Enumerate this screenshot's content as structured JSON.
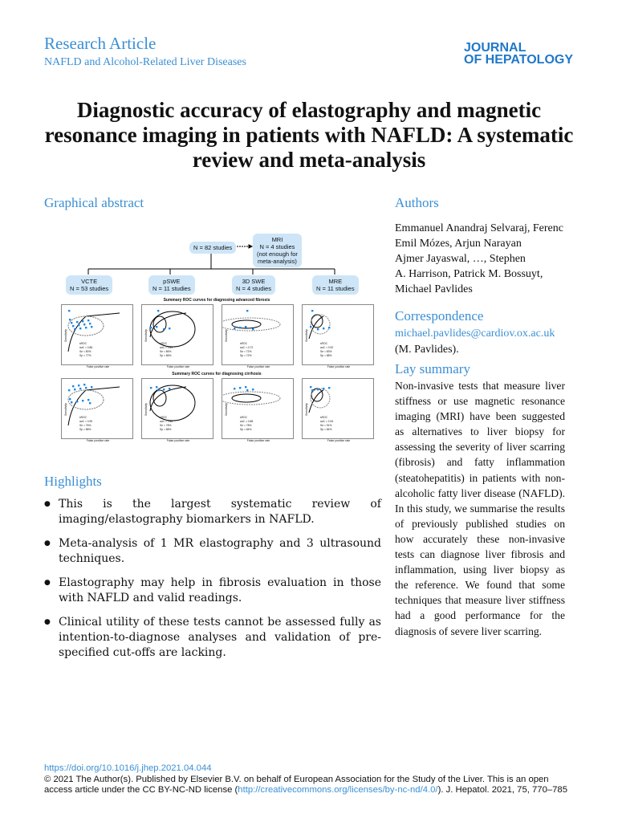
{
  "header": {
    "article_type": "Research Article",
    "section": "NAFLD and Alcohol-Related Liver Diseases",
    "journal_logo": [
      "JOURNAL",
      "OF HEPATOLOGY"
    ]
  },
  "title": "Diagnostic accuracy of elastography and magnetic resonance imaging in patients with NAFLD: A systematic review and meta-analysis",
  "graphical_abstract": {
    "heading": "Graphical abstract",
    "total": "N = 82 studies",
    "mri": [
      "MRI",
      "N = 4 studies",
      "(not enough for",
      "meta-analysis)"
    ],
    "groups": [
      {
        "name": "VCTE",
        "n": "N = 53 studies"
      },
      {
        "name": "pSWE",
        "n": "N = 11 studies"
      },
      {
        "name": "3D SWE",
        "n": "N = 4 studies"
      },
      {
        "name": "MRE",
        "n": "N = 11 studies"
      }
    ],
    "row1_title": "Summary ROC curves for diagnosing advanced fibrosis",
    "row2_title": "Summary ROC curves for diagnosing cirrhosis",
    "xlabel": "False positive rate",
    "ylabel": "Sensitivity",
    "legend_label": "sROC",
    "fibrosis": [
      {
        "auc": "auC = 0.86",
        "sens": "Se = 80%",
        "spec": "Sp = 77%"
      },
      {
        "auc": "auC = 0.89",
        "sens": "Se = 86%",
        "spec": "Sp = 86%"
      },
      {
        "auc": "auC = 0.72",
        "sens": "Se = 72%",
        "spec": "Sp = 72%"
      },
      {
        "auc": "auC = 0.92",
        "sens": "Se = 83%",
        "spec": "Sp = 88%"
      }
    ],
    "cirrhosis": [
      {
        "auc": "auC = 0.90",
        "sens": "Se = 76%",
        "spec": "Sp = 88%"
      },
      {
        "auc": "auC = 0.88",
        "sens": "Se = 78%",
        "spec": "Sp = 88%"
      },
      {
        "auc": "auC = 0.88",
        "sens": "Se = 78%",
        "spec": "Sp = 84%"
      },
      {
        "auc": "auC = 0.94",
        "sens": "Se = 91%",
        "spec": "Sp = 84%"
      }
    ]
  },
  "authors": {
    "heading": "Authors",
    "lines": [
      "Emmanuel Anandraj Selvaraj, Ferenc",
      "Emil Mózes, Arjun Narayan",
      "Ajmer Jayaswal, …, Stephen",
      "A. Harrison, Patrick M. Bossuyt,",
      "Michael Pavlides"
    ]
  },
  "correspondence": {
    "heading": "Correspondence",
    "email": "michael.pavlides@cardiov.ox.ac.uk",
    "name": "(M. Pavlides)."
  },
  "lay_summary": {
    "heading": "Lay summary",
    "text": "Non-invasive tests that measure liver stiffness or use magnetic resonance imaging (MRI) have been suggested as alternatives to liver biopsy for assessing the severity of liver scarring (fibrosis) and fatty inflammation (steatohepatitis) in patients with non-alcoholic fatty liver disease (NAFLD). In this study, we summarise the results of previously published studies on how accurately these non-invasive tests can diagnose liver fibrosis and inflammation, using liver biopsy as the reference. We found that some techniques that measure liver stiffness had a good performance for the diagnosis of severe liver scarring."
  },
  "highlights": {
    "heading": "Highlights",
    "items": [
      "This is the largest systematic review of imaging/elastography biomarkers in NAFLD.",
      "Meta-analysis of 1 MR elastography and 3 ultrasound techniques.",
      "Elastography may help in fibrosis evaluation in those with NAFLD and valid readings.",
      "Clinical utility of these tests cannot be assessed fully as intention-to-diagnose analyses and validation of pre-specified cut-offs are lacking."
    ]
  },
  "footer": {
    "doi": "https://doi.org/10.1016/j.jhep.2021.04.044",
    "copyright": "© 2021 The Author(s). Published by Elsevier B.V. on behalf of European Association for the Study of the Liver. This is an open access article under the CC BY-NC-ND license (",
    "license_url": "http://creativecommons.org/licenses/by-nc-nd/4.0/",
    "citation": "). J. Hepatol. 2021, 75, 770–785"
  },
  "colors": {
    "accent": "#3a8fd4",
    "box": "#cde5f7",
    "point": "#1e88e5"
  }
}
